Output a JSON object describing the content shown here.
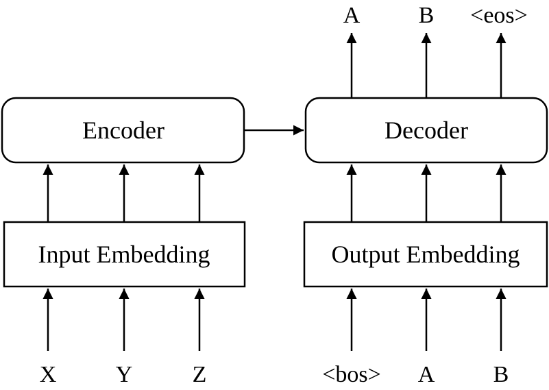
{
  "diagram": {
    "encoder": {
      "label": "Encoder"
    },
    "decoder": {
      "label": "Decoder"
    },
    "input_embedding": {
      "label": "Input Embedding"
    },
    "output_embedding": {
      "label": "Output Embedding"
    },
    "source_tokens": [
      "X",
      "Y",
      "Z"
    ],
    "target_input_tokens": [
      "<bos>",
      "A",
      "B"
    ],
    "target_output_tokens": [
      "A",
      "B",
      "<eos>"
    ],
    "colors": {
      "stroke": "#000000",
      "background": "#ffffff"
    }
  }
}
